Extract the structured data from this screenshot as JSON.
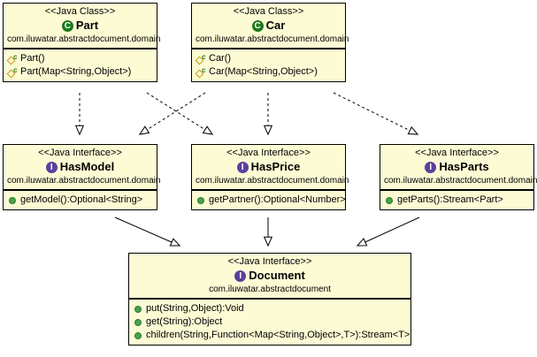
{
  "diagram": {
    "title": "Abstract Document Pattern Class Diagram",
    "colors": {
      "box_fill": "#fdfbd4",
      "box_border": "#000000",
      "class_icon": "#1c7a1c",
      "interface_icon": "#5c3f9e",
      "method_icon": "#4aa34a",
      "constructor_icon": "#c89a1e",
      "edge": "#000000",
      "background": "#ffffff"
    },
    "nodes": [
      {
        "id": "part",
        "stereotype": "<<Java Class>>",
        "name": "Part",
        "kind_icon": "class-icon",
        "kind_glyph": "C",
        "package": "com.iluwatar.abstractdocument.domain",
        "members": [
          {
            "icon": "constructor-icon",
            "text": "Part()"
          },
          {
            "icon": "constructor-icon",
            "text": "Part(Map<String,Object>)"
          }
        ]
      },
      {
        "id": "car",
        "stereotype": "<<Java Class>>",
        "name": "Car",
        "kind_icon": "class-icon",
        "kind_glyph": "C",
        "package": "com.iluwatar.abstractdocument.domain",
        "members": [
          {
            "icon": "constructor-icon",
            "text": "Car()"
          },
          {
            "icon": "constructor-icon",
            "text": "Car(Map<String,Object>)"
          }
        ]
      },
      {
        "id": "hasmodel",
        "stereotype": "<<Java Interface>>",
        "name": "HasModel",
        "kind_icon": "interface-icon",
        "kind_glyph": "I",
        "package": "com.iluwatar.abstractdocument.domain",
        "members": [
          {
            "icon": "method-icon",
            "text": "getModel():Optional<String>"
          }
        ]
      },
      {
        "id": "hasprice",
        "stereotype": "<<Java Interface>>",
        "name": "HasPrice",
        "kind_icon": "interface-icon",
        "kind_glyph": "I",
        "package": "com.iluwatar.abstractdocument.domain",
        "members": [
          {
            "icon": "method-icon",
            "text": "getPartner():Optional<Number>"
          }
        ]
      },
      {
        "id": "hasparts",
        "stereotype": "<<Java Interface>>",
        "name": "HasParts",
        "kind_icon": "interface-icon",
        "kind_glyph": "I",
        "package": "com.iluwatar.abstractdocument.domain",
        "members": [
          {
            "icon": "method-icon",
            "text": "getParts():Stream<Part>"
          }
        ]
      },
      {
        "id": "document",
        "stereotype": "<<Java Interface>>",
        "name": "Document",
        "kind_icon": "interface-icon",
        "kind_glyph": "I",
        "package": "com.iluwatar.abstractdocument",
        "members": [
          {
            "icon": "method-icon",
            "text": "put(String,Object):Void"
          },
          {
            "icon": "method-icon",
            "text": "get(String):Object"
          },
          {
            "icon": "method-icon",
            "text": "children(String,Function<Map<String,Object>,T>):Stream<T>"
          }
        ]
      }
    ],
    "edges": [
      {
        "from": "part",
        "to": "hasmodel",
        "type": "realization",
        "style": "dashed",
        "arrow": "hollow-triangle"
      },
      {
        "from": "part",
        "to": "hasprice",
        "type": "realization",
        "style": "dashed",
        "arrow": "hollow-triangle"
      },
      {
        "from": "car",
        "to": "hasmodel",
        "type": "realization",
        "style": "dashed",
        "arrow": "hollow-triangle"
      },
      {
        "from": "car",
        "to": "hasprice",
        "type": "realization",
        "style": "dashed",
        "arrow": "hollow-triangle"
      },
      {
        "from": "car",
        "to": "hasparts",
        "type": "realization",
        "style": "dashed",
        "arrow": "hollow-triangle"
      },
      {
        "from": "hasmodel",
        "to": "document",
        "type": "generalization",
        "style": "solid",
        "arrow": "hollow-triangle"
      },
      {
        "from": "hasprice",
        "to": "document",
        "type": "generalization",
        "style": "solid",
        "arrow": "hollow-triangle"
      },
      {
        "from": "hasparts",
        "to": "document",
        "type": "generalization",
        "style": "solid",
        "arrow": "hollow-triangle"
      }
    ]
  }
}
